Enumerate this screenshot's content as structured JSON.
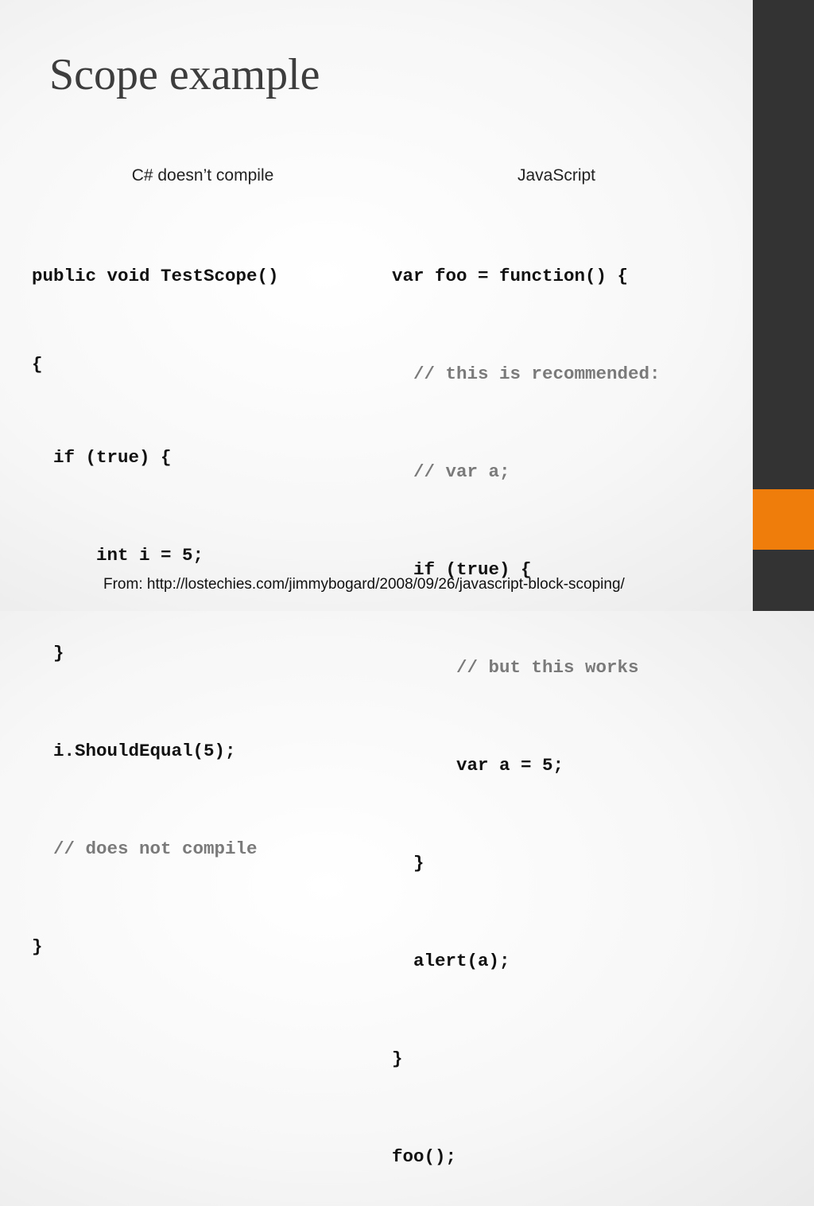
{
  "slide": {
    "title": "Scope example",
    "left_heading": "C# doesn’t compile",
    "right_heading": "JavaScript",
    "source_text": "From: http://lostechies.com/jimmybogard/2008/09/26/javascript-block-scoping/",
    "accent_color": "#ee7d0c",
    "sidebar_color": "#333333"
  },
  "csharp_code": {
    "lines": [
      "public void TestScope()",
      "{",
      "  if (true) {",
      "      int i = 5;",
      "  }",
      "  i.ShouldEqual(5);",
      "  // does not compile",
      "}"
    ]
  },
  "js_code": {
    "lines": [
      "var foo = function() {",
      "  // this is recommended:",
      "  // var a;",
      "  if (true) {",
      "      // but this works",
      "      var a = 5;",
      "  }",
      "  alert(a);",
      "}",
      "foo();"
    ]
  }
}
